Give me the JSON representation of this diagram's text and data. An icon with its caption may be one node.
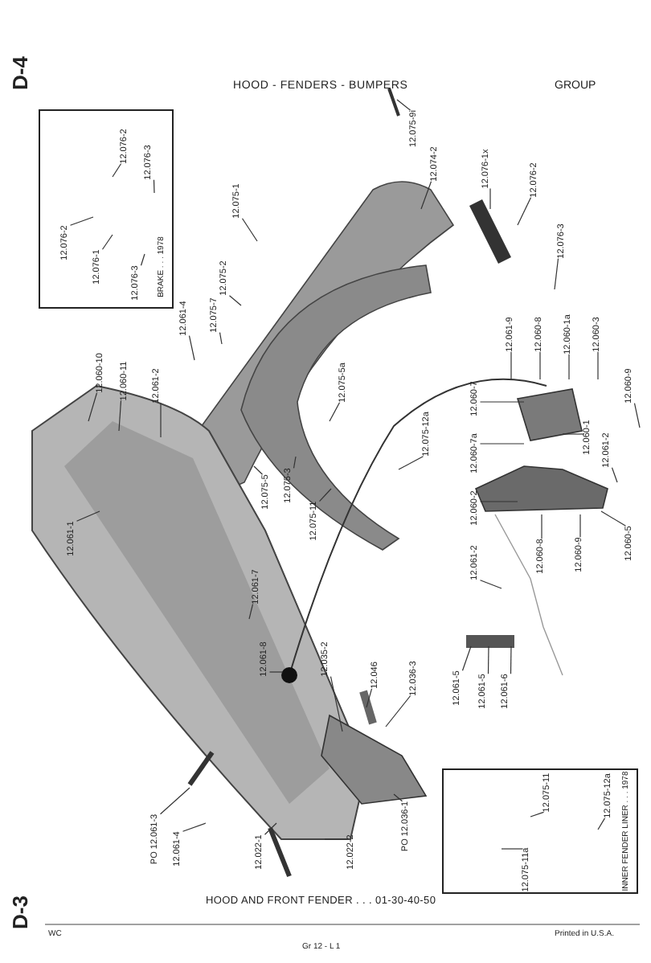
{
  "diagram": {
    "title": "HOOD - FENDERS - BUMPERS",
    "caption": "HOOD AND FRONT FENDER . . . 01-30-40-50",
    "nodes": [
      {
        "text": [
          "BRAKE . . . 1978"
        ]
      },
      {
        "text": [
          "12.076-2"
        ],
        "in": 0
      },
      {
        "text": [
          "12.076-3"
        ],
        "in": 0
      },
      {
        "text": [
          "12.076-2"
        ],
        "in": 0
      },
      {
        "text": [
          "12.076-1"
        ],
        "in": 0
      },
      {
        "text": [
          "12.076-3"
        ],
        "in": 0
      },
      {
        "text": [
          "12.075-9i"
        ]
      },
      {
        "text": [
          "12.074-2"
        ]
      },
      {
        "text": [
          "12.075-1"
        ]
      },
      {
        "text": [
          "12.075-2"
        ]
      },
      {
        "text": [
          "12.061-4"
        ]
      },
      {
        "text": [
          "12.075-7"
        ]
      },
      {
        "text": [
          "12.076-1x"
        ]
      },
      {
        "text": [
          "12.076-2"
        ]
      },
      {
        "text": [
          "12.076-3"
        ]
      },
      {
        "text": [
          "12.060-10"
        ]
      },
      {
        "text": [
          "12.060-11"
        ]
      },
      {
        "text": [
          "12.061-2"
        ]
      },
      {
        "text": [
          "12.075-5a"
        ]
      },
      {
        "text": [
          "12.075-12a"
        ]
      },
      {
        "text": [
          "12.061-9"
        ]
      },
      {
        "text": [
          "12.060-8"
        ]
      },
      {
        "text": [
          "12.060-1a"
        ]
      },
      {
        "text": [
          "12.060-3"
        ]
      },
      {
        "text": [
          "12.060-9"
        ]
      },
      {
        "text": [
          "12.060-7"
        ]
      },
      {
        "text": [
          "12.060-7a"
        ]
      },
      {
        "text": [
          "12.060-2"
        ]
      },
      {
        "text": [
          "12.061-2"
        ]
      },
      {
        "text": [
          "12.060-1"
        ]
      },
      {
        "text": [
          "12.061-2"
        ]
      },
      {
        "text": [
          "12.060-8"
        ]
      },
      {
        "text": [
          "12.060-9"
        ]
      },
      {
        "text": [
          "12.060-5"
        ]
      },
      {
        "text": [
          "12.061-1"
        ]
      },
      {
        "text": [
          "12.075-5"
        ]
      },
      {
        "text": [
          "12.075-3"
        ]
      },
      {
        "text": [
          "12.061-7"
        ]
      },
      {
        "text": [
          "12.061-8"
        ]
      },
      {
        "text": [
          "12.075-11"
        ]
      },
      {
        "text": [
          "12.035-2"
        ]
      },
      {
        "text": [
          "12.046"
        ]
      },
      {
        "text": [
          "12.036-3"
        ]
      },
      {
        "text": [
          "12.061-5"
        ]
      },
      {
        "text": [
          "12.061-5"
        ]
      },
      {
        "text": [
          "12.061-6"
        ]
      },
      {
        "text": [
          "PO 12.061-3"
        ]
      },
      {
        "text": [
          "12.061-4"
        ]
      },
      {
        "text": [
          "12.022-1"
        ]
      },
      {
        "text": [
          "12.022-2"
        ]
      },
      {
        "text": [
          "PO 12.036-1"
        ]
      },
      {
        "text": [
          "INNER FENDER LINER . . . 1978"
        ]
      },
      {
        "text": [
          "12.075-11"
        ],
        "in": 51
      },
      {
        "text": [
          "12.075-12a"
        ],
        "in": 51
      },
      {
        "text": [
          "12.075-11a"
        ],
        "in": 51
      }
    ],
    "edges": [
      {
        "from": 1,
        "to": null,
        "arrow": "none"
      },
      {
        "from": 2,
        "to": null,
        "arrow": "none"
      },
      {
        "from": 3,
        "to": null,
        "arrow": "none"
      },
      {
        "from": 4,
        "to": null,
        "arrow": "none"
      },
      {
        "from": 5,
        "to": null,
        "arrow": "none"
      },
      {
        "from": 6,
        "to": null,
        "arrow": "none"
      },
      {
        "from": 7,
        "to": null,
        "arrow": "none"
      },
      {
        "from": 8,
        "to": null,
        "arrow": "none"
      },
      {
        "from": 9,
        "to": null,
        "arrow": "none"
      },
      {
        "from": 10,
        "to": null,
        "arrow": "none"
      },
      {
        "from": 11,
        "to": null,
        "arrow": "none"
      },
      {
        "from": 12,
        "to": null,
        "arrow": "none"
      },
      {
        "from": 13,
        "to": null,
        "arrow": "none"
      },
      {
        "from": 14,
        "to": null,
        "arrow": "none"
      },
      {
        "from": 15,
        "to": null,
        "arrow": "none"
      },
      {
        "from": 16,
        "to": null,
        "arrow": "none"
      },
      {
        "from": 17,
        "to": null,
        "arrow": "none"
      },
      {
        "from": 18,
        "to": null,
        "arrow": "none"
      },
      {
        "from": 19,
        "to": null,
        "arrow": "none"
      },
      {
        "from": 20,
        "to": null,
        "arrow": "none"
      },
      {
        "from": 21,
        "to": null,
        "arrow": "none"
      },
      {
        "from": 22,
        "to": null,
        "arrow": "none"
      },
      {
        "from": 23,
        "to": null,
        "arrow": "none"
      },
      {
        "from": 24,
        "to": null,
        "arrow": "none"
      },
      {
        "from": 25,
        "to": null,
        "arrow": "none"
      },
      {
        "from": 26,
        "to": null,
        "arrow": "none"
      },
      {
        "from": 27,
        "to": null,
        "arrow": "none"
      },
      {
        "from": 28,
        "to": null,
        "arrow": "none"
      },
      {
        "from": 29,
        "to": null,
        "arrow": "none"
      },
      {
        "from": 30,
        "to": null,
        "arrow": "none"
      },
      {
        "from": 31,
        "to": null,
        "arrow": "none"
      },
      {
        "from": 32,
        "to": null,
        "arrow": "none"
      },
      {
        "from": 33,
        "to": null,
        "arrow": "none"
      },
      {
        "from": 34,
        "to": null,
        "arrow": "none"
      },
      {
        "from": 35,
        "to": null,
        "arrow": "none"
      },
      {
        "from": 36,
        "to": null,
        "arrow": "none"
      },
      {
        "from": 37,
        "to": null,
        "arrow": "none"
      },
      {
        "from": 38,
        "to": null,
        "arrow": "none"
      },
      {
        "from": 39,
        "to": null,
        "arrow": "none"
      },
      {
        "from": 40,
        "to": null,
        "arrow": "none"
      },
      {
        "from": 41,
        "to": null,
        "arrow": "none"
      },
      {
        "from": 42,
        "to": null,
        "arrow": "none"
      },
      {
        "from": 43,
        "to": null,
        "arrow": "none"
      },
      {
        "from": 44,
        "to": null,
        "arrow": "none"
      },
      {
        "from": 45,
        "to": null,
        "arrow": "none"
      },
      {
        "from": 46,
        "to": null,
        "arrow": "none"
      },
      {
        "from": 47,
        "to": null,
        "arrow": "none"
      },
      {
        "from": 48,
        "to": null,
        "arrow": "none"
      },
      {
        "from": 49,
        "to": null,
        "arrow": "none"
      },
      {
        "from": 50,
        "to": null,
        "arrow": "none"
      },
      {
        "from": 52,
        "to": null,
        "arrow": "none"
      },
      {
        "from": 53,
        "to": null,
        "arrow": "none"
      },
      {
        "from": 54,
        "to": null,
        "arrow": "none"
      }
    ],
    "labels": [
      "D-4",
      "GROUP",
      "D-3",
      "WC",
      "Gr 12 - L 1",
      "Printed in U.S.A."
    ]
  }
}
